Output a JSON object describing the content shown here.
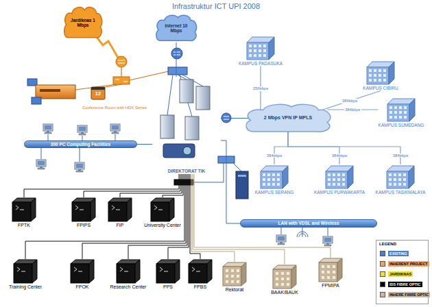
{
  "diagram": {
    "title": "Infrastruktur ICT UPI 2008",
    "nodes": [
      {
        "text": [
          "Jardiknas 1 Mbps"
        ]
      },
      {
        "text": [
          "Internet 10 Mbps"
        ]
      },
      {
        "text": [
          "300 PC Computing Facilities"
        ]
      },
      {
        "text": [
          "DIREKTORAT TIK"
        ]
      },
      {
        "text": [
          "KAMPUS PADASUKA"
        ]
      },
      {
        "text": [
          "KAMPUS CIBIRU"
        ]
      },
      {
        "text": [
          "2 Mbps VPN IP MPLS"
        ]
      },
      {
        "text": [
          "KAMPUS SUMEDANG"
        ]
      },
      {
        "text": [
          "KAMPUS SERANG"
        ]
      },
      {
        "text": [
          "KAMPUS PURWAKARTA"
        ]
      },
      {
        "text": [
          "KAMPUS TASIKMALAYA"
        ]
      },
      {
        "text": [
          "LAN with VDSL and Wireless"
        ]
      },
      {
        "text": [
          "FPTK"
        ]
      },
      {
        "text": [
          "FPIPS"
        ]
      },
      {
        "text": [
          "FIP"
        ]
      },
      {
        "text": [
          "University Center"
        ]
      },
      {
        "text": [
          "Training Center"
        ]
      },
      {
        "text": [
          "FPOK"
        ]
      },
      {
        "text": [
          "Research Center"
        ]
      },
      {
        "text": [
          "PPS"
        ]
      },
      {
        "text": [
          "FPBS"
        ]
      },
      {
        "text": [
          "Rektorat"
        ]
      },
      {
        "text": [
          "BAAK/BAUK"
        ]
      },
      {
        "text": [
          "FPMIPA"
        ]
      }
    ],
    "edges": [
      {
        "from": 6,
        "to": 4,
        "arrow": "none",
        "label": "256kbps"
      },
      {
        "from": 6,
        "to": 5,
        "arrow": "none",
        "label": "384kbps"
      },
      {
        "from": 6,
        "to": 7,
        "arrow": "none",
        "label": "384kbps"
      },
      {
        "from": 6,
        "to": 8,
        "arrow": "none",
        "label": "384kbps"
      },
      {
        "from": 6,
        "to": 9,
        "arrow": "none",
        "label": "384kbps"
      },
      {
        "from": 6,
        "to": 10,
        "arrow": "none",
        "label": "384kbps"
      },
      {
        "from": 1,
        "to": 3,
        "arrow": "none"
      },
      {
        "from": 2,
        "to": 3,
        "arrow": "none"
      },
      {
        "from": 6,
        "to": 3,
        "arrow": "none"
      },
      {
        "from": 11,
        "to": 3,
        "arrow": "none"
      },
      {
        "from": 12,
        "to": 3,
        "arrow": "none"
      },
      {
        "from": 13,
        "to": 3,
        "arrow": "none"
      },
      {
        "from": 14,
        "to": 3,
        "arrow": "none"
      },
      {
        "from": 15,
        "to": 3,
        "arrow": "none"
      },
      {
        "from": 16,
        "to": 3,
        "arrow": "none"
      },
      {
        "from": 17,
        "to": 3,
        "arrow": "none"
      },
      {
        "from": 18,
        "to": 3,
        "arrow": "none"
      },
      {
        "from": 19,
        "to": 3,
        "arrow": "none"
      },
      {
        "from": 20,
        "to": 3,
        "arrow": "none"
      },
      {
        "from": 21,
        "to": 3,
        "arrow": "none"
      },
      {
        "from": 22,
        "to": 3,
        "arrow": "none"
      },
      {
        "from": 23,
        "to": 3,
        "arrow": "none"
      }
    ],
    "labels": [
      "Conference Room with HDX Series",
      "12",
      "LEGEND"
    ],
    "legend": [
      {
        "text": "EXISTING",
        "color": "#4a7fd0"
      },
      {
        "text": "INHERENT PROJECT",
        "color": "#f0a060"
      },
      {
        "text": "JARDIKNAS",
        "color": "#f5e020"
      },
      {
        "text": "IDS FIBRE OPTIC",
        "color": "#000000"
      },
      {
        "text": "INHERE FIBRE OPTIC",
        "color": "#c8b49a"
      }
    ]
  }
}
